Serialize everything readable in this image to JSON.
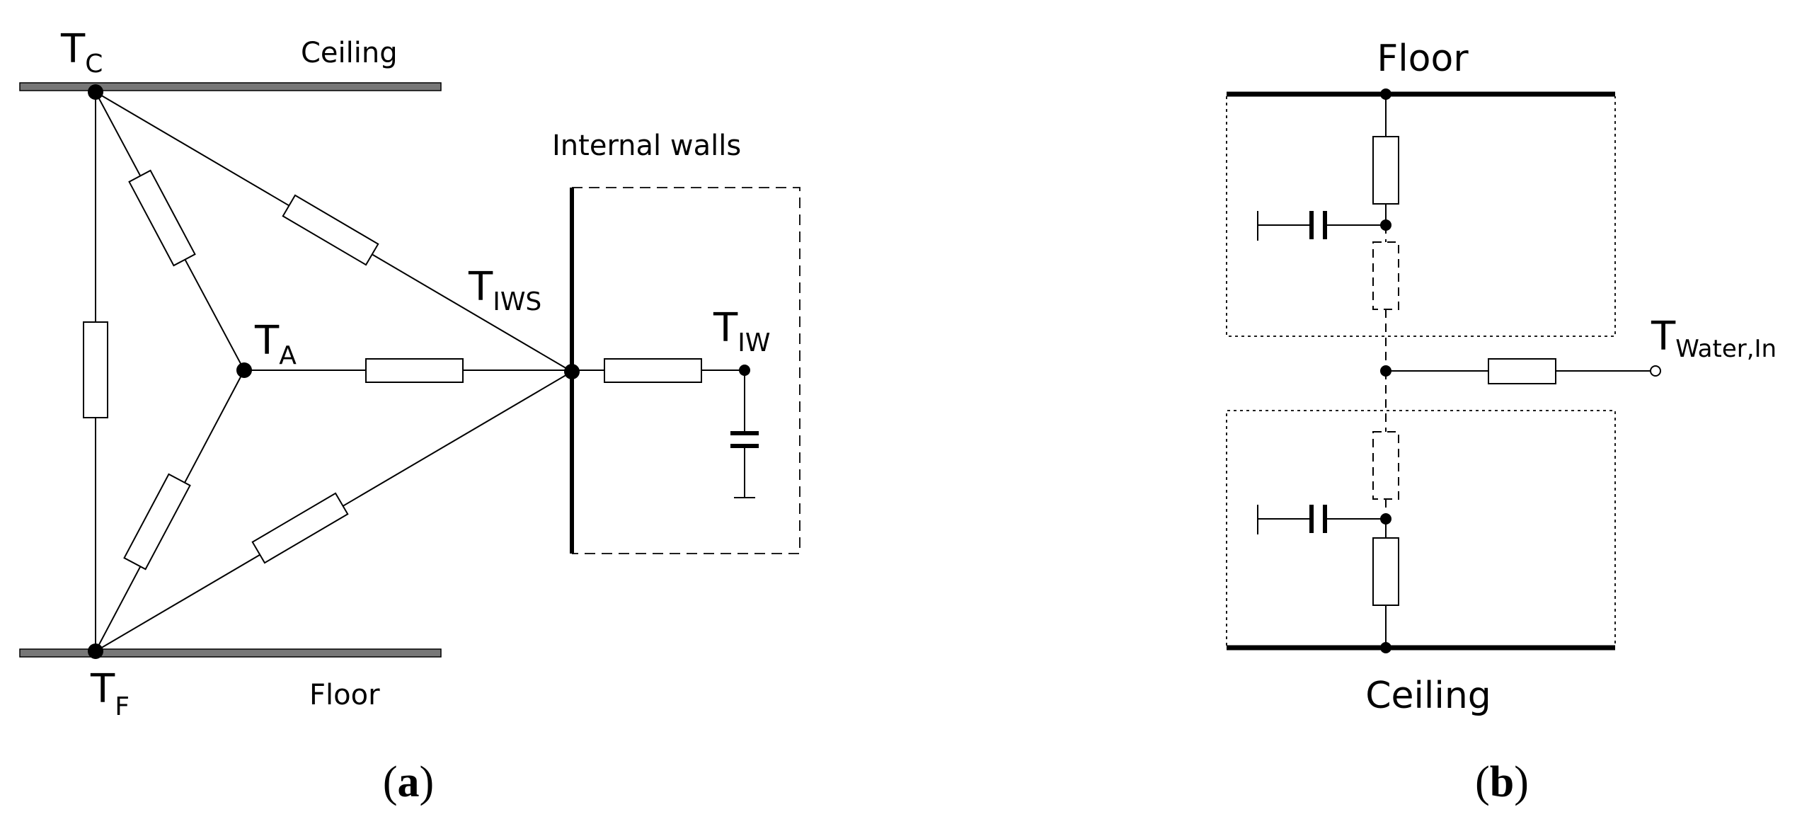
{
  "panel_a": {
    "ceiling_label": "Ceiling",
    "floor_label": "Floor",
    "internal_walls_label": "Internal walls",
    "node_tc": {
      "main": "T",
      "sub": "C"
    },
    "node_tf": {
      "main": "T",
      "sub": "F"
    },
    "node_ta": {
      "main": "T",
      "sub": "A"
    },
    "node_tiws": {
      "main": "T",
      "sub": "IWS"
    },
    "node_tiw": {
      "main": "T",
      "sub": "IW"
    },
    "caption_open": "(",
    "caption_letter": "a",
    "caption_close": ")"
  },
  "panel_b": {
    "floor_label": "Floor",
    "ceiling_label": "Ceiling",
    "node_water": {
      "main": "T",
      "sub": "Water,In"
    },
    "caption_open": "(",
    "caption_letter": "b",
    "caption_close": ")"
  },
  "colors": {
    "line": "#000000",
    "slab": "#666666",
    "background": "#ffffff"
  }
}
